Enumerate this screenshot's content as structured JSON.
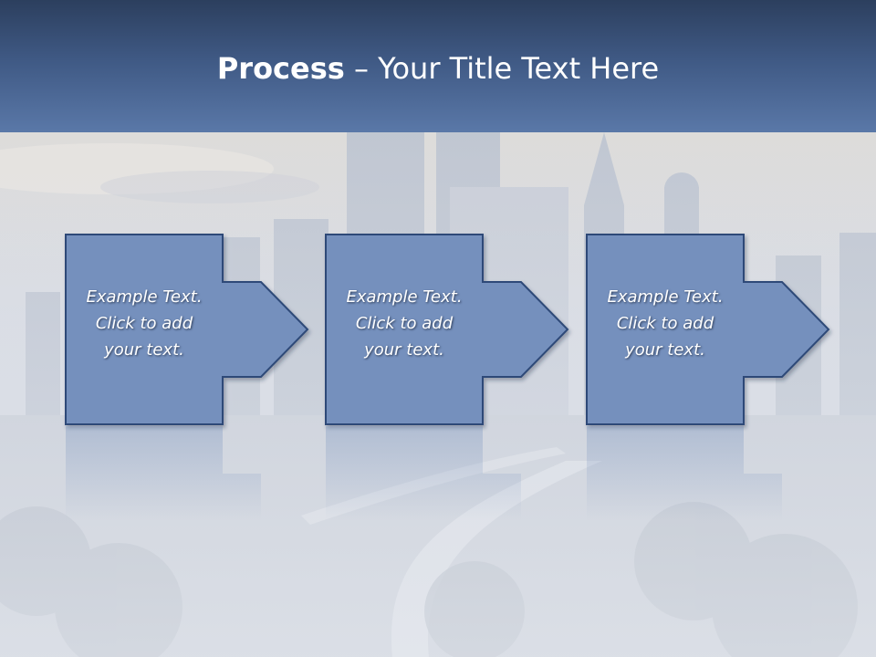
{
  "slide": {
    "title_bold": "Process",
    "title_rest": " – Your Title Text Here",
    "steps": [
      {
        "text": "Example Text.\nClick  to add\nyour text."
      },
      {
        "text": "Example Text.\nClick  to add\nyour text."
      },
      {
        "text": "Example Text.\nClick  to add\nyour text."
      }
    ]
  },
  "colors": {
    "header_top": "#2c3f5e",
    "header_bottom": "#5a78a8",
    "box_fill": "#7490bd",
    "box_border": "#2f4a78"
  }
}
